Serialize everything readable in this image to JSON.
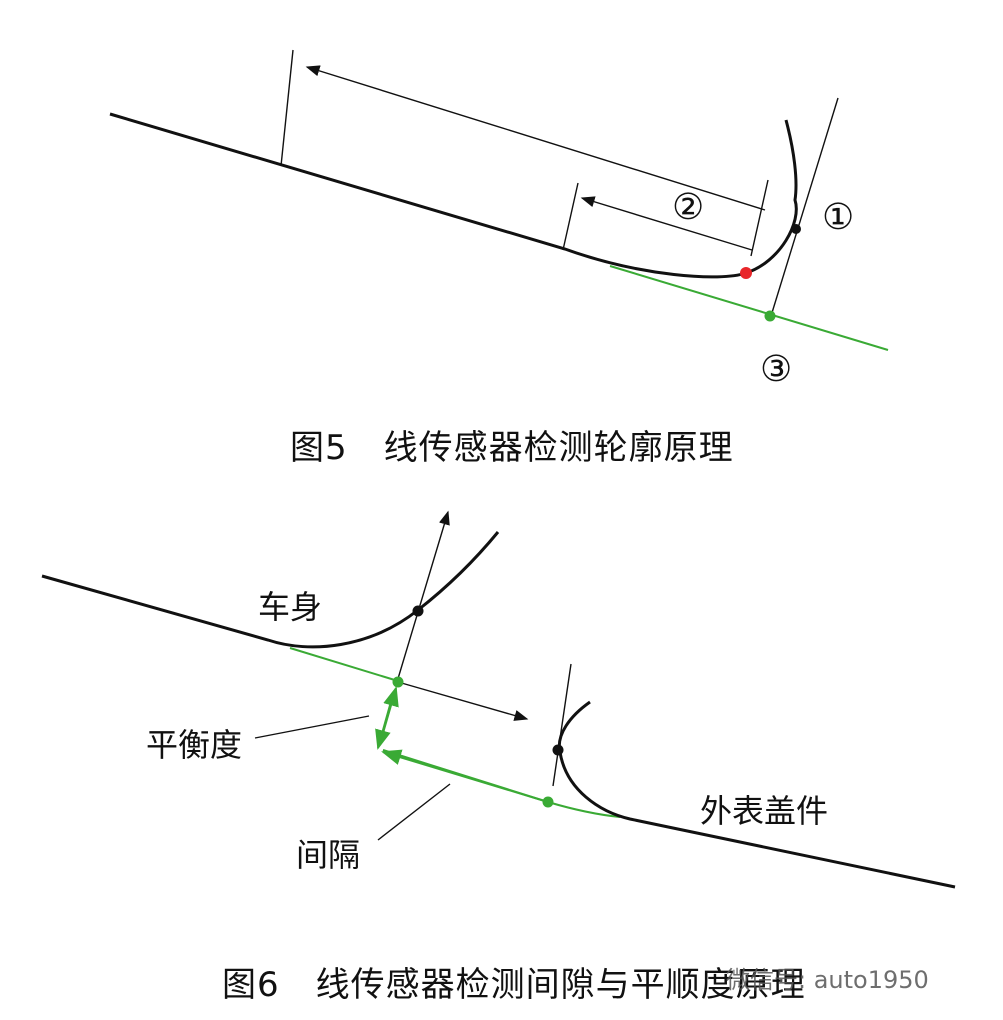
{
  "figure5": {
    "caption_number": "图5",
    "caption_text": "线传感器检测轮廓原理",
    "markers": [
      "①",
      "②",
      "③"
    ]
  },
  "figure6": {
    "caption_number": "图6",
    "caption_text": "线传感器检测间隙与平顺度原理",
    "labels": {
      "body": "车身",
      "flush": "平衡度",
      "gap": "间隔",
      "cover": "外表盖件"
    }
  },
  "watermark": "微信号: auto1950",
  "colors": {
    "line": "#111111",
    "green": "#3aaa35",
    "red": "#e8262a"
  }
}
